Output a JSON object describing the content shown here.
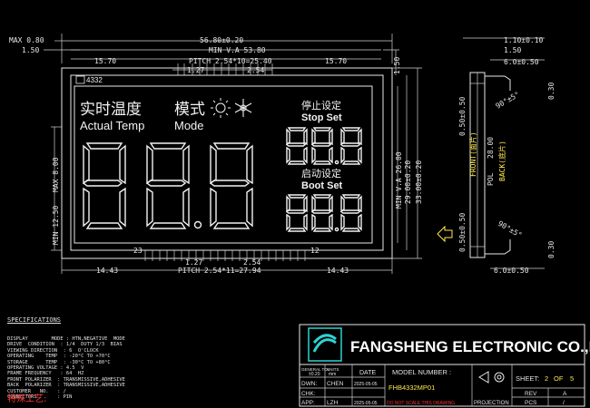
{
  "dims": {
    "max_thickness": "MAX 0.80",
    "left_margin": "1.50",
    "overall_width": "56.80±0.20",
    "va_width": "MIN V.A 53.80",
    "pin_offset_1": "15.70",
    "pitch_top": "PITCH 2.54*10=25.40",
    "pin_offset_2": "15.70",
    "pin_pitch_a": "1.27",
    "pin_pitch_b": "2.54",
    "right_margin_v": "1.50",
    "va_height": "MIN V.A 26.00",
    "inner_height": "29.00±0.20",
    "outer_height": "33.00±0.20",
    "max_800": "MAX 8.00",
    "min_1250": "MIN 12.50",
    "bottom_left": "14.43",
    "bottom_pitch_a": "1.27",
    "bottom_pitch_b": "2.54",
    "bottom_pitch_total": "PITCH 2.54*11=27.94",
    "bottom_right": "14.43",
    "pin_left_num": "23",
    "pin_right_num": "12"
  },
  "side": {
    "top_1": "1.10±0.10",
    "top_2": "1.50",
    "top_3": "6.0±0.50",
    "angle_top": "90°±5°",
    "gap_top": "0.30",
    "gap_side": "0.50±0.50",
    "pol": "28.00",
    "pol_label": "POL",
    "front_label": "FRONT(面片)",
    "back_label": "BACK(底片)",
    "angle_bottom": "90°±5°",
    "gap_bottom": "0.30",
    "bottom_1": "6.0±0.50",
    "gap_side2": "0.50±0.50"
  },
  "lcd": {
    "model_tag": "4332",
    "title_cn": "实时温度",
    "title_en": "Actual Temp",
    "mode_cn": "模式",
    "mode_en": "Mode",
    "stop_cn": "停止设定",
    "stop_en": "Stop Set",
    "boot_cn": "启动设定",
    "boot_en": "Boot Set"
  },
  "specs": {
    "title": "SPECIFICATIONS",
    "lines": [
      "DISPLAY        MODE : HTN,NEGATIVE  MODE",
      "DRIVE  CONDITION  : 1/4  DUTY 1/3  BIAS",
      "VIEWING DIRECTION  : 6  O'CLOCK",
      "OPERATING    TEMP  : -20°C TO +70°C",
      "STORAGE      TEMP  : -30°C TO +80°C",
      "OPERATING VOLTAGE : 4.5  V",
      "FRAME FREQUENCY   : 64  HZ",
      "FRONT POLARIZER  : TRANSMISSIVE,ADHESIVE",
      "BACK  POLARIZER  : TRANSMISSIVE,ADHESIVE",
      "CUSTOMER   NO.   : /",
      "CONNECTORS       : PIN"
    ],
    "special": "特殊工艺:"
  },
  "titleblock": {
    "company": "FANGSHENG ELECTRONIC CO.,LTD",
    "tol_label": "GENERAL TOL.",
    "tol_value": "±0.20",
    "units_label": "UNITS",
    "units_value": "mm",
    "date_label": "DATE",
    "dwn_label": "DWN:",
    "dwn_value": "CHEN",
    "dwn_date": "2025-05-05",
    "chk_label": "CHK:",
    "app_label": "APP:",
    "app_value": "LZH",
    "app_date": "2025-05-05",
    "warning": "DO NOT SCALE THIS DRAWING",
    "model_label": "MODEL NUMBER :",
    "model_value": "FHB4332MP01",
    "projection": "PROJECTION",
    "sheet_label": "SHEET:",
    "sheet_num": "2",
    "sheet_of": "OF",
    "sheet_total": "5",
    "rev_label": "REV",
    "rev_value": "A",
    "pcs_label": "PCS",
    "pcs_value": "/"
  }
}
